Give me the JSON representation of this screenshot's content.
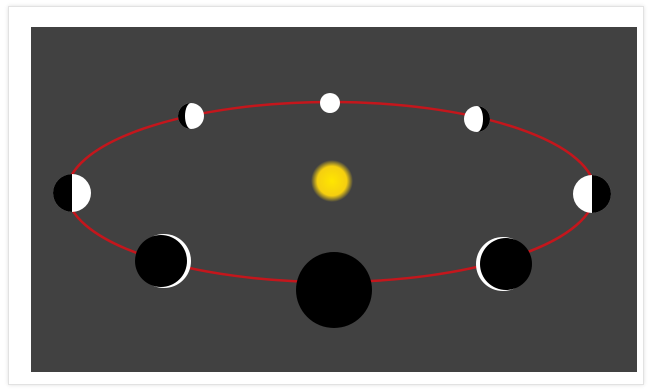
{
  "colors": {
    "background": "#414141",
    "orbit": "#c4161c",
    "sun": "#f7d21a",
    "moon_light": "#ffffff",
    "moon_dark": "#000000"
  },
  "diagram": {
    "subject": "lunar-phases",
    "phases": [
      {
        "name": "new-moon",
        "position": "front"
      },
      {
        "name": "waxing-crescent",
        "position": "front-right"
      },
      {
        "name": "first-quarter",
        "position": "right"
      },
      {
        "name": "waxing-gibbous",
        "position": "back-right"
      },
      {
        "name": "full-moon",
        "position": "back"
      },
      {
        "name": "waning-gibbous",
        "position": "back-left"
      },
      {
        "name": "last-quarter",
        "position": "left"
      },
      {
        "name": "waning-crescent",
        "position": "front-left"
      }
    ]
  }
}
